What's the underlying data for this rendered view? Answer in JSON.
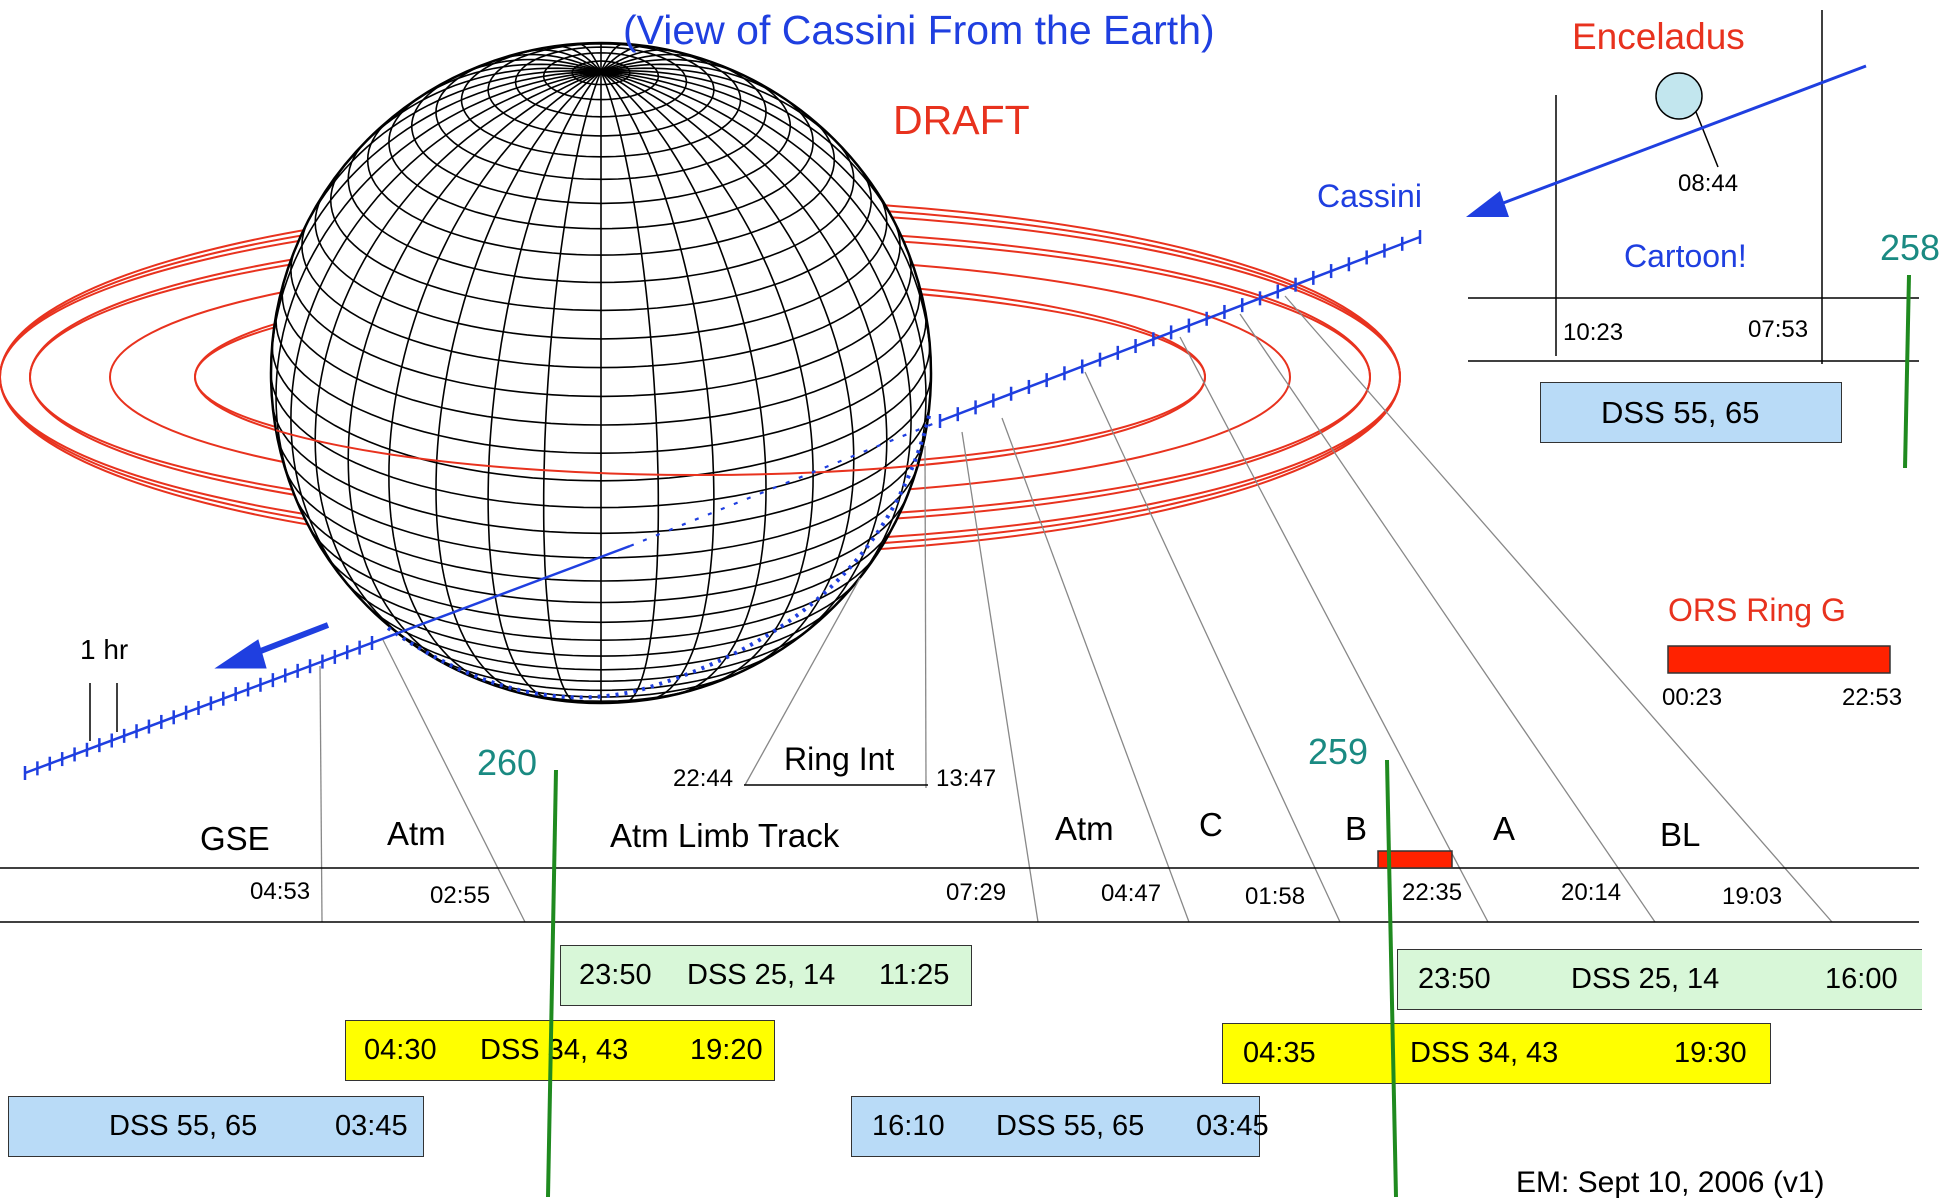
{
  "title": "(View of Cassini From the Earth)",
  "draft": "DRAFT",
  "spacecraft_label": "Cassini",
  "scale_label": "1 hr",
  "inset": {
    "title": "Enceladus",
    "closest_time": "08:44",
    "cartoon_label": "Cartoon!",
    "left_time": "10:23",
    "right_time": "07:53",
    "dss_box": "DSS 55, 65"
  },
  "day_numbers": {
    "d258": "258",
    "d259": "259",
    "d260": "260"
  },
  "ors": {
    "label": "ORS Ring G",
    "start": "00:23",
    "end": "22:53"
  },
  "ring_int": {
    "label": "Ring Int",
    "start": "22:44",
    "end": "13:47"
  },
  "segments": {
    "gse": "GSE",
    "atm1": "Atm",
    "atm_limb": "Atm Limb Track",
    "atm2": "Atm",
    "c": "C",
    "b": "B",
    "a": "A",
    "bl": "BL"
  },
  "segment_times": [
    "04:53",
    "02:55",
    "07:29",
    "04:47",
    "01:58",
    "22:35",
    "20:14",
    "19:03"
  ],
  "tracks": [
    {
      "start": "23:50",
      "station": "DSS 25, 14",
      "end": "11:25"
    },
    {
      "start": "23:50",
      "station": "DSS 25, 14",
      "end": "16:00"
    },
    {
      "start": "04:30",
      "station": "DSS 34, 43",
      "end": "19:20"
    },
    {
      "start": "04:35",
      "station": "DSS 34, 43",
      "end": "19:30"
    },
    {
      "start": "",
      "station": "DSS 55, 65",
      "end": "03:45"
    },
    {
      "start": "16:10",
      "station": "DSS 55, 65",
      "end": "03:45"
    }
  ],
  "footer": "EM: Sept 10, 2006 (v1)",
  "colors": {
    "ring": "#e8321e",
    "trajectory": "#1f3fe0",
    "day_line": "#1f8a1f",
    "day_text": "#1a8a82",
    "dss5565": "#b9dbf7",
    "dss2514": "#d8f7d8",
    "dss3443": "#ffff00",
    "ors_bar": "#ff2200"
  }
}
